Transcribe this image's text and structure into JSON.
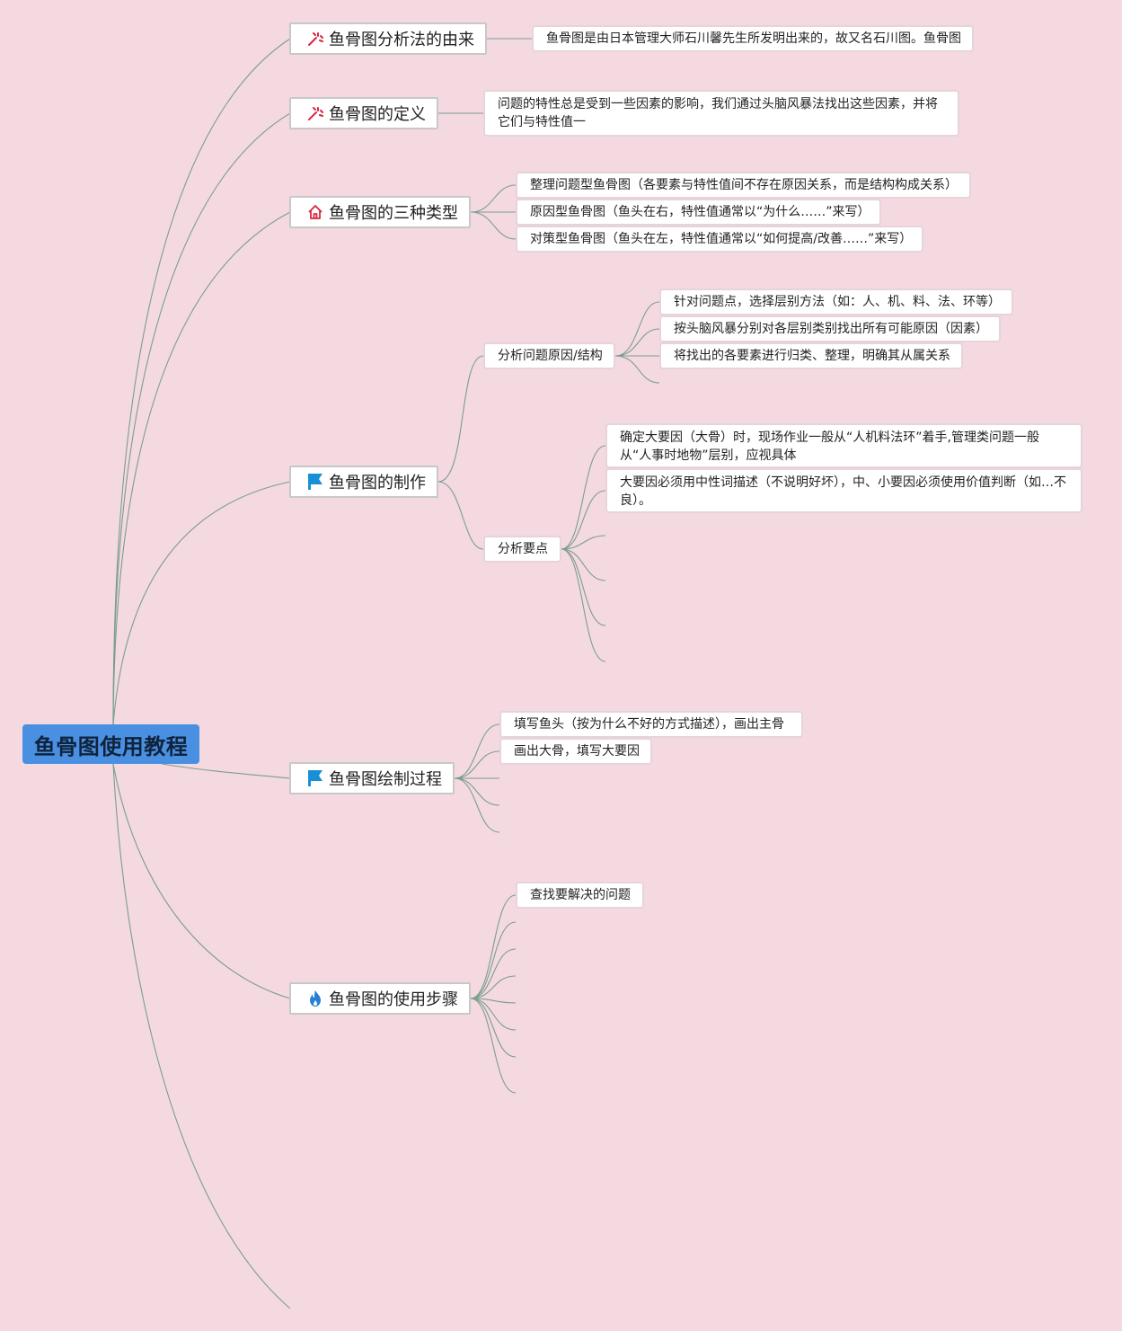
{
  "root": {
    "label": "鱼骨图使用教程"
  },
  "branches": {
    "origin": {
      "label": "鱼骨图分析法的由来",
      "icon": "magic-wand-icon",
      "children": [
        "鱼骨图是由日本管理大师石川馨先生所发明出来的，故又名石川图。鱼骨图"
      ]
    },
    "definition": {
      "label": "鱼骨图的定义",
      "icon": "magic-wand-icon",
      "children": [
        "问题的特性总是受到一些因素的影响，我们通过头脑风暴法找出这些因素，并将它们与特性值一"
      ]
    },
    "types": {
      "label": "鱼骨图的三种类型",
      "icon": "home-icon",
      "children": [
        "整理问题型鱼骨图（各要素与特性值间不存在原因关系，而是结构构成关系）",
        "原因型鱼骨图（鱼头在右，特性值通常以“为什么……”来写）",
        "对策型鱼骨图（鱼头在左，特性值通常以“如何提高/改善……”来写）"
      ]
    },
    "making": {
      "label": "鱼骨图的制作",
      "icon": "flag-icon",
      "sub": {
        "structure": {
          "label": "分析问题原因/结构",
          "children": [
            "针对问题点，选择层别方法（如：人、机、料、法、环等）",
            "按头脑风暴分别对各层别类别找出所有可能原因（因素）",
            "将找出的各要素进行归类、整理，明确其从属关系"
          ]
        },
        "keypoints": {
          "label": "分析要点",
          "children": [
            "确定大要因（大骨）时，现场作业一般从“人机料法环”着手,管理类问题一般从“人事时地物”层别，应视具体",
            "大要因必须用中性词描述（不说明好坏），中、小要因必须使用价值判断（如…不良）。"
          ]
        }
      }
    },
    "drawing": {
      "label": "鱼骨图绘制过程",
      "icon": "flag-icon",
      "children": [
        "填写鱼头（按为什么不好的方式描述），画出主骨",
        "画出大骨，填写大要因"
      ]
    },
    "steps": {
      "label": "鱼骨图的使用步骤",
      "icon": "fire-icon",
      "children": [
        "查找要解决的问题"
      ]
    }
  },
  "colors": {
    "background": "#f4d9e1",
    "root_fill": "#4a90e2",
    "connector": "#7a9e8e",
    "wand_icon": "#d9263f",
    "home_icon": "#d9263f",
    "flag_icon": "#1890d8",
    "fire_icon": "#2a7fd4"
  }
}
